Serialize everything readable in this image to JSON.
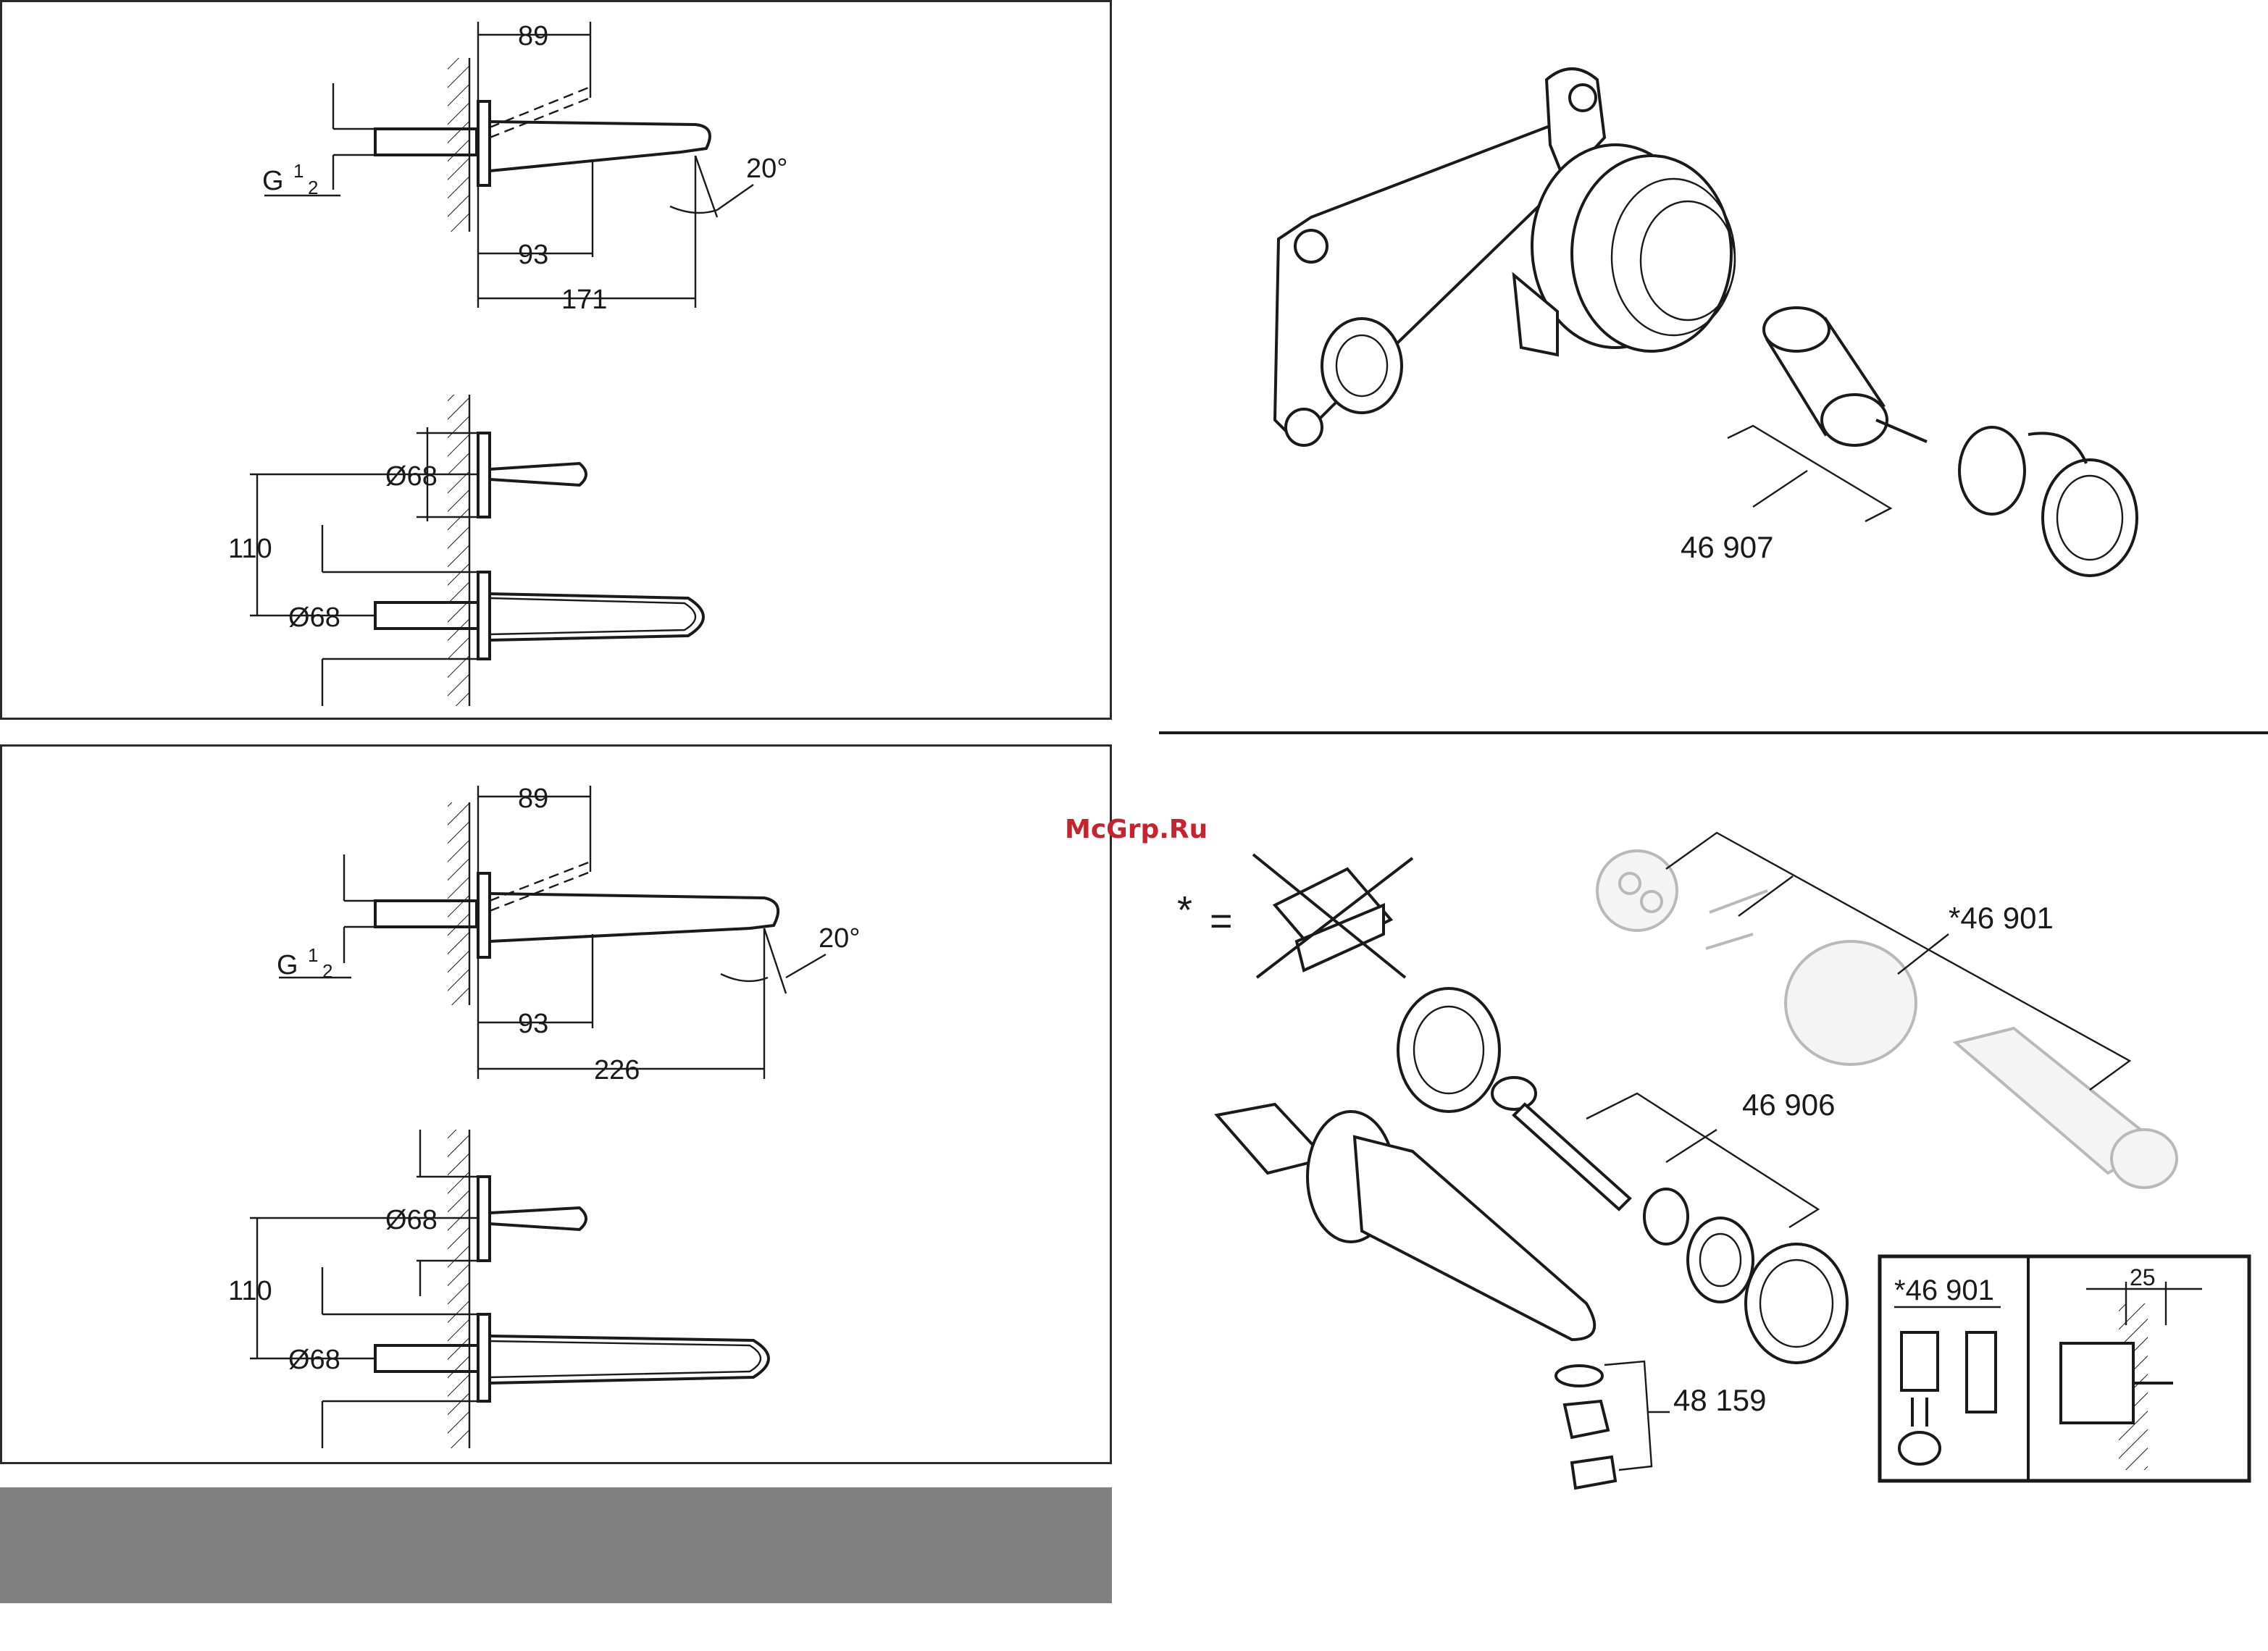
{
  "watermark": "McGrp.Ru",
  "drawing_1": {
    "dim_top": "89",
    "dim_mid": "93",
    "dim_total": "171",
    "angle": "20°",
    "thread_g": "G",
    "thread_frac_num": "1",
    "thread_frac_den": "2",
    "dia_upper": "Ø68",
    "spacing": "110",
    "dia_lower": "Ø68"
  },
  "drawing_2": {
    "dim_top": "89",
    "dim_mid": "93",
    "dim_total": "226",
    "angle": "20°",
    "thread_g": "G",
    "thread_frac_num": "1",
    "thread_frac_den": "2",
    "dia_upper": "Ø68",
    "spacing": "110",
    "dia_lower": "Ø68"
  },
  "exploded_top": {
    "part_number": "46 907"
  },
  "exploded_bottom": {
    "asterisk": "*",
    "equals": "=",
    "part_46901": "*46 901",
    "part_46906": "46 906",
    "part_48159": "48 159",
    "inset_label": "*46 901",
    "inset_dim": "25"
  }
}
